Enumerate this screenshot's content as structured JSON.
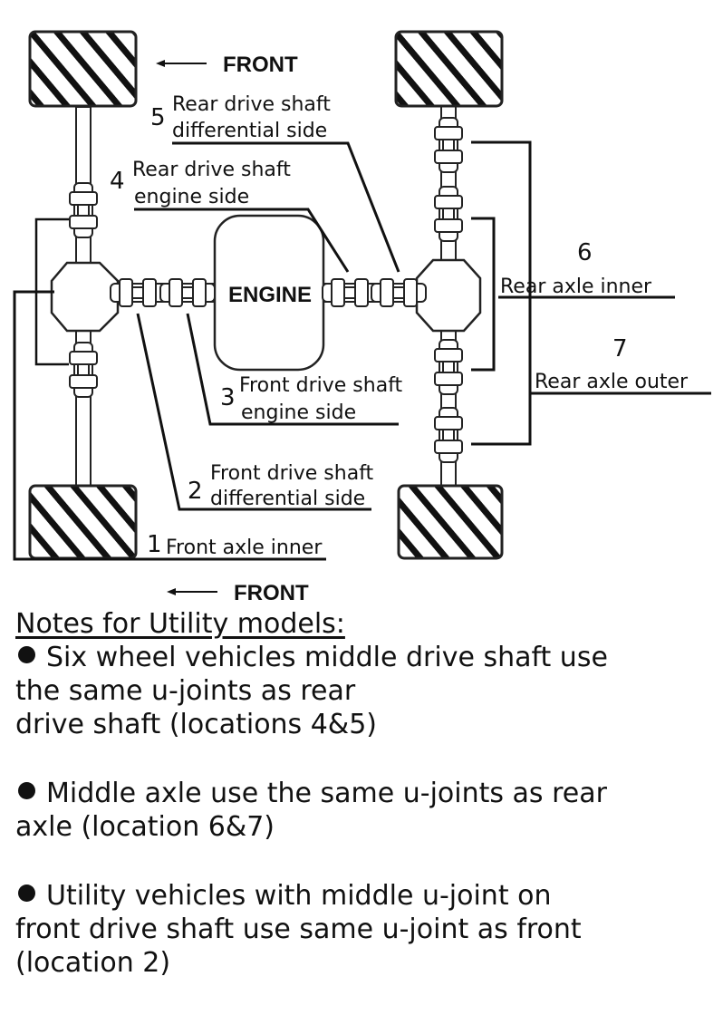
{
  "labels": {
    "front_top": "FRONT",
    "front_bottom": "FRONT",
    "engine": "ENGINE"
  },
  "locations": [
    {
      "number": "1",
      "line1": "Front axle inner",
      "line2": ""
    },
    {
      "number": "2",
      "line1": "Front drive shaft",
      "line2": "differential side"
    },
    {
      "number": "3",
      "line1": "Front drive shaft",
      "line2": "engine side"
    },
    {
      "number": "4",
      "line1": "Rear drive shaft",
      "line2": "engine side"
    },
    {
      "number": "5",
      "line1": "Rear drive shaft",
      "line2": "differential side"
    },
    {
      "number": "6",
      "line1": "Rear axle inner",
      "line2": ""
    },
    {
      "number": "7",
      "line1": "Rear axle outer",
      "line2": ""
    }
  ],
  "notes": {
    "title": "Notes for Utility models:",
    "items": [
      {
        "lines": [
          "Six wheel vehicles middle drive shaft use",
          "the same u-joints as rear",
          "drive shaft (locations 4&5)"
        ]
      },
      {
        "lines": [
          "Middle axle use the same u-joints as rear",
          "axle (location 6&7)"
        ]
      },
      {
        "lines": [
          "Utility vehicles with middle u-joint on",
          "front drive shaft use same u-joint as front",
          "(location 2)"
        ]
      }
    ]
  }
}
